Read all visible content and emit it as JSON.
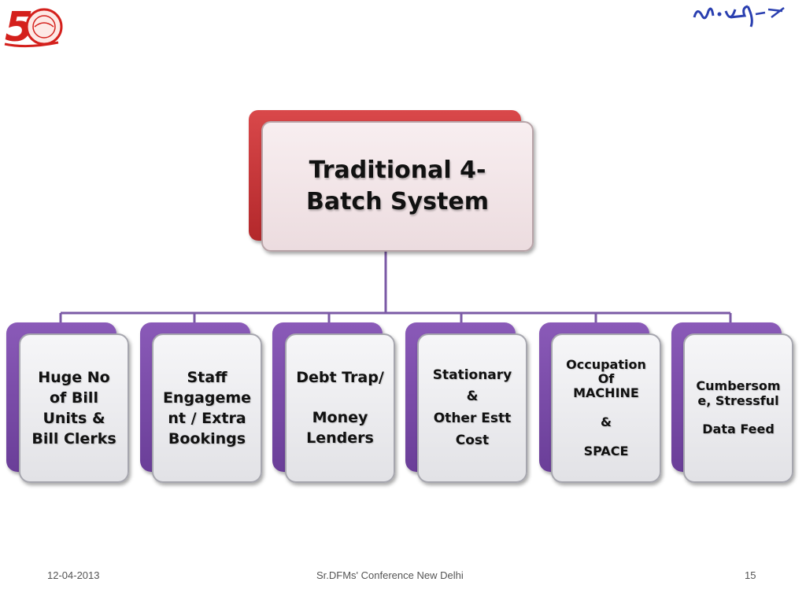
{
  "slide": {
    "root": {
      "label": "Traditional  4-Batch System"
    },
    "children": [
      {
        "label": "Huge No\nof Bill\nUnits &\nBill Clerks"
      },
      {
        "label": "Staff\nEngageme\nnt / Extra\nBookings"
      },
      {
        "label": "Debt Trap/\n\nMoney\nLenders"
      },
      {
        "label": "Stationary\n&\nOther Estt\nCost"
      },
      {
        "label": "Occupation\nOf\nMACHINE\n\n&\n\nSPACE"
      },
      {
        "label": "Cumbersom\ne, Stressful\n\nData Feed"
      }
    ]
  },
  "footer": {
    "date": "12-04-2013",
    "event": "Sr.DFMs' Conference New Delhi",
    "page": "15"
  },
  "logo": {
    "text": "5",
    "icon": "anniversary-emblem-logo"
  },
  "signature": {
    "icon": "handwritten-signature"
  },
  "colors": {
    "root_back": "#c0302f",
    "child_back": "#7a4aa8",
    "connector": "#7b5aa6"
  }
}
